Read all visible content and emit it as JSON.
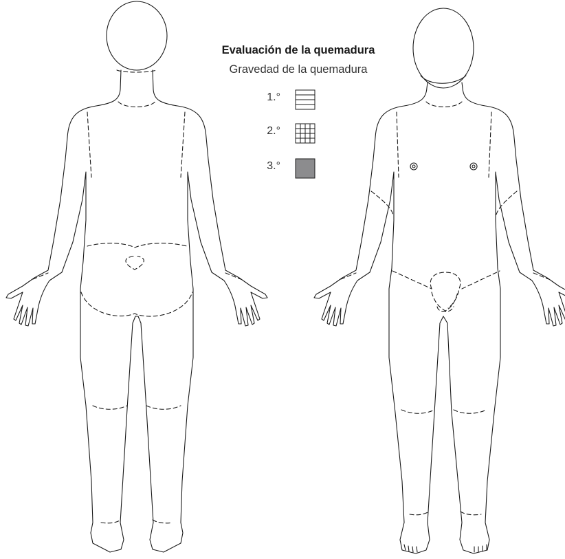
{
  "legend": {
    "title": "Evaluación de la quemadura",
    "subtitle": "Gravedad de la quemadura",
    "degrees": [
      {
        "label": "1.°",
        "pattern": "horizontal-lines"
      },
      {
        "label": "2.°",
        "pattern": "grid"
      },
      {
        "label": "3.°",
        "pattern": "solid-gray"
      }
    ]
  },
  "colors": {
    "line": "#1a1a1a",
    "third_degree_fill": "#8c8c8e"
  }
}
